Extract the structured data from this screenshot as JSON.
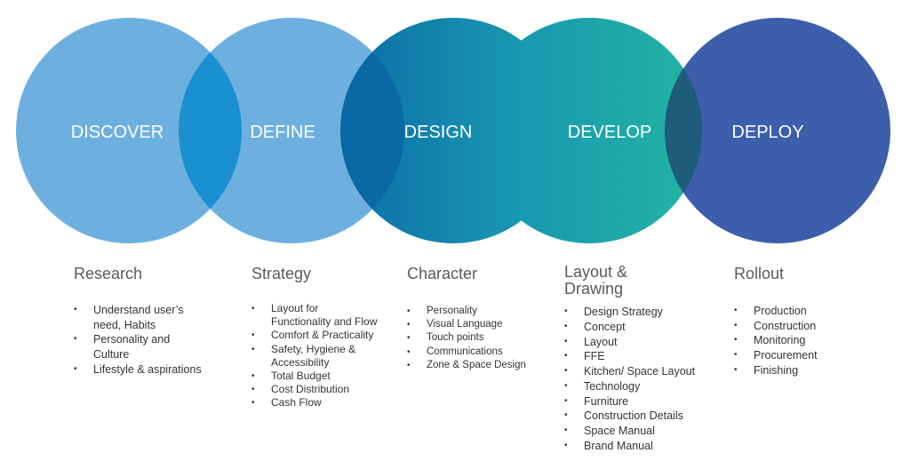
{
  "stages": [
    {
      "label": "DISCOVER",
      "color": "#6db0e0"
    },
    {
      "label": "DEFINE",
      "color": "#6db0e0"
    },
    {
      "label": "DESIGN",
      "color": "#0b70a8"
    },
    {
      "label": "DEVELOP",
      "color": "#22b2a3"
    },
    {
      "label": "DEPLOY",
      "color": "#3d5eab"
    }
  ],
  "overlap_colors": {
    "discover_define": "#1a90d0",
    "define_design": "#0a69a4",
    "develop_deploy": "#1f5b7b"
  },
  "columns": [
    {
      "heading": "Research",
      "items": [
        "Understand user’s\nneed, Habits",
        "Personality and\nCulture",
        "Lifestyle & aspirations"
      ]
    },
    {
      "heading": "Strategy",
      "items": [
        "Layout for\nFunctionality and Flow",
        "Comfort & Practicality",
        "Safety, Hygiene &\nAccessibility",
        "Total Budget",
        "Cost Distribution",
        "Cash Flow"
      ]
    },
    {
      "heading": "Character",
      "items": [
        "Personality",
        "Visual Language",
        "Touch points",
        "Communications",
        "Zone & Space Design"
      ]
    },
    {
      "heading": "Layout &\nDrawing",
      "items": [
        "Design Strategy",
        "Concept",
        "Layout",
        "FFE",
        "Kitchen/ Space Layout",
        "Technology",
        "Furniture",
        "Construction Details",
        "Space Manual",
        "Brand Manual"
      ]
    },
    {
      "heading": "Rollout",
      "items": [
        "Production",
        "Construction",
        "Monitoring",
        "Procurement",
        "Finishing"
      ]
    }
  ]
}
